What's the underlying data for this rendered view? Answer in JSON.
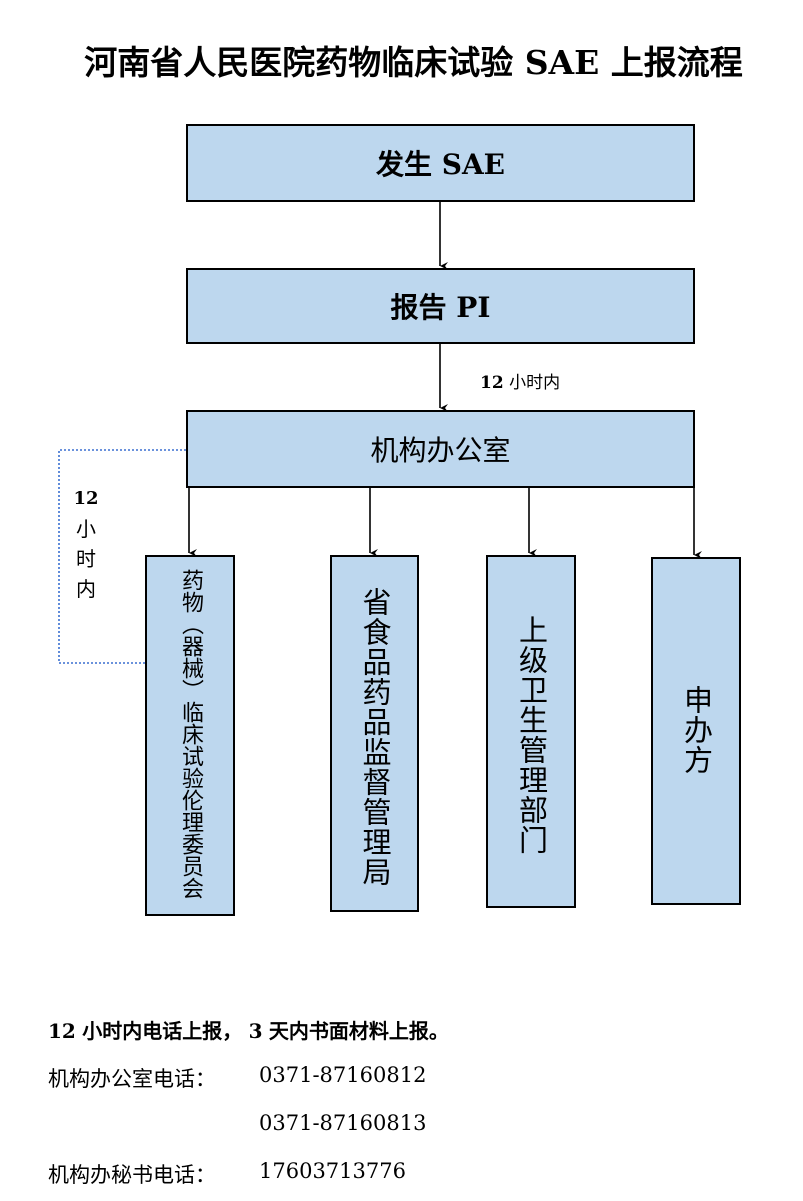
{
  "title": "河南省人民医院药物临床试验 SAE 上报流程",
  "boxes": {
    "occur_sae": "发生 SAE",
    "report_pi": "报告 PI",
    "office": "机构办公室",
    "ethics": "药物（器械）临床试验伦理委员会",
    "fda": "省食品药品监督管理局",
    "health": "上级卫生管理部门",
    "sponsor": "申办方"
  },
  "edge_labels": {
    "pi_to_office_num": "12",
    "pi_to_office_unit": "小时内",
    "ethics_num": "12",
    "ethics_c1": "小",
    "ethics_c2": "时",
    "ethics_c3": "内"
  },
  "notes": {
    "line1_a": "12",
    "line1_b": "小时内电话上报，",
    "line1_c": "3",
    "line1_d": "天内书面材料上报。",
    "office_phone_label": "机构办公室电话：",
    "office_phone_1": "0371-87160812",
    "office_phone_2": "0371-87160813",
    "secretary_phone_label": "机构办秘书电话：",
    "secretary_phone": "17603713776"
  },
  "colors": {
    "box_fill": "#bdd7ee",
    "dotted_line": "#3a6fd0"
  }
}
